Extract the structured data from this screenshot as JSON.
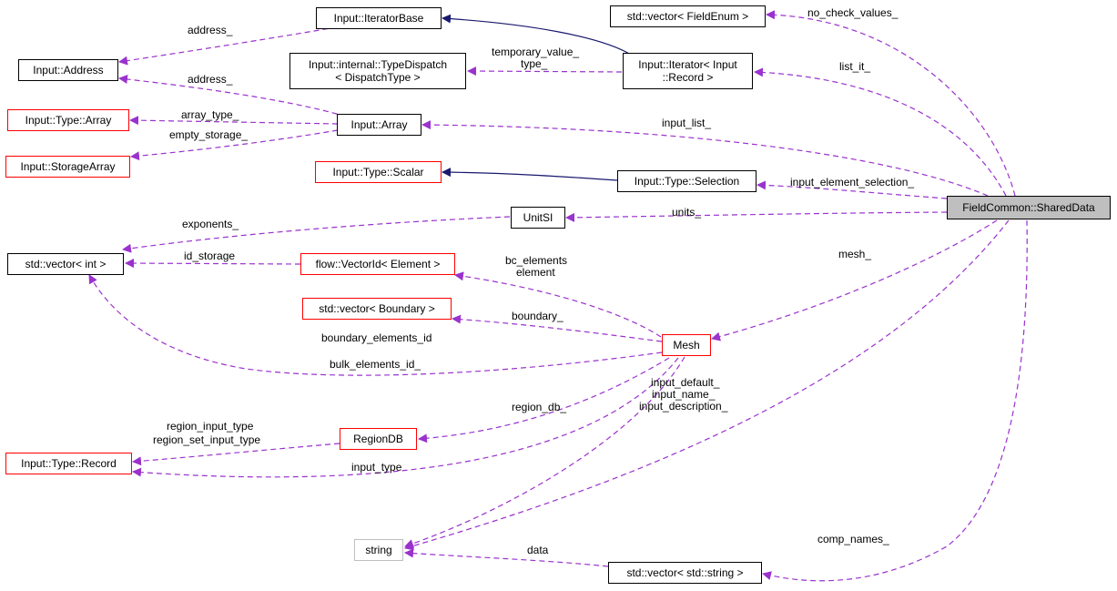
{
  "colors": {
    "usage_edge": "#9a32cd",
    "inherit_edge": "#191970",
    "border_documented": "#000000",
    "border_partial": "#ff0000",
    "border_undocumented": "#bfbfbf",
    "focus_fill": "#bfbfbf"
  },
  "nodes": {
    "iterator_base": "Input::IteratorBase",
    "vector_fieldenum": "std::vector< FieldEnum >",
    "address": "Input::Address",
    "type_dispatch": "Input::internal::TypeDispatch\n< DispatchType >",
    "iterator_record": "Input::Iterator< Input\n::Record >",
    "type_array": "Input::Type::Array",
    "array": "Input::Array",
    "storage_array": "Input::StorageArray",
    "type_scalar": "Input::Type::Scalar",
    "type_selection": "Input::Type::Selection",
    "shared_data": "FieldCommon::SharedData",
    "unitsi": "UnitSI",
    "vector_int": "std::vector< int >",
    "vectorid": "flow::VectorId< Element >",
    "vector_boundary": "std::vector< Boundary >",
    "mesh": "Mesh",
    "regiondb": "RegionDB",
    "type_record": "Input::Type::Record",
    "string": "string",
    "vector_string": "std::vector< std::string >"
  },
  "edges": {
    "address_1": "address_",
    "address_2": "address_",
    "temporary_value": "temporary_value_",
    "type": "type_",
    "no_check_values": "no_check_values_",
    "list_it": "list_it_",
    "array_type": "array_type_",
    "empty_storage": "empty_storage_",
    "input_list": "input_list_",
    "input_element_selection": "input_element_selection_",
    "exponents": "exponents_",
    "units": "units_",
    "id_storage": "id_storage",
    "bc_elements": "bc_elements",
    "element": "element",
    "mesh": "mesh_",
    "boundary": "boundary_",
    "boundary_elements_id": "boundary_elements_id",
    "bulk_elements_id": "bulk_elements_id_",
    "input_default": "input_default_",
    "input_name": "input_name_",
    "input_description": "input_description_",
    "region_db": "region_db_",
    "region_input_type": "region_input_type",
    "region_set_input_type": "region_set_input_type",
    "input_type": "input_type",
    "data": "data",
    "comp_names": "comp_names_"
  }
}
